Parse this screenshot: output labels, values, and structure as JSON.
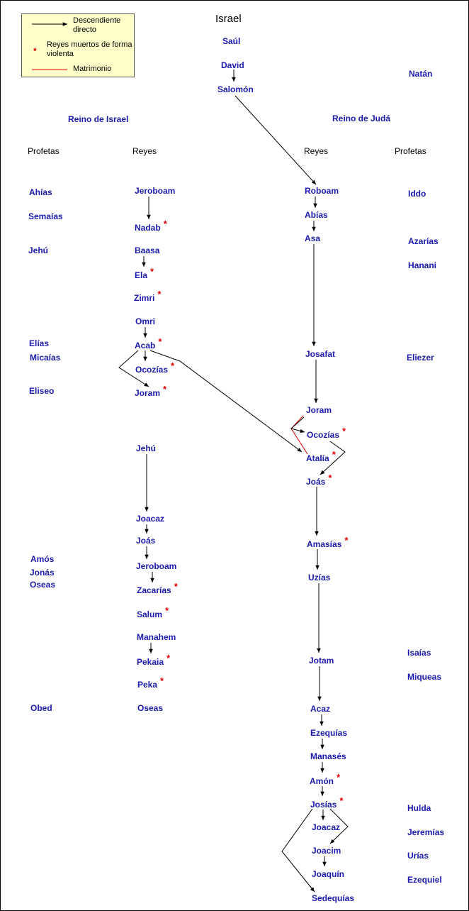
{
  "title": "Israel",
  "legend": {
    "descendant": "Descendiente directo",
    "violent": "Reyes muertos de forma violenta",
    "marriage": "Matrimonio",
    "star": "*"
  },
  "colors": {
    "name": "#1a1aae",
    "star": "#e00000",
    "marriage": "#e00000",
    "legend_bg": "#ffffcc"
  },
  "kingdoms": {
    "israel": "Reino de Israel",
    "juda": "Reino de Judá"
  },
  "headers": {
    "profetas_left": "Profetas",
    "reyes_left": "Reyes",
    "reyes_right": "Reyes",
    "profetas_right": "Profetas"
  },
  "nodes": [
    {
      "id": "saul",
      "name": "Saúl",
      "violent": false
    },
    {
      "id": "david",
      "name": "David",
      "violent": false
    },
    {
      "id": "salomon",
      "name": "Salomón",
      "violent": false
    },
    {
      "id": "natan",
      "name": "Natán",
      "violent": false
    },
    {
      "id": "jeroboam1",
      "name": "Jeroboam",
      "violent": false
    },
    {
      "id": "nadab",
      "name": "Nadab",
      "violent": true
    },
    {
      "id": "baasa",
      "name": "Baasa",
      "violent": false
    },
    {
      "id": "ela",
      "name": "Ela",
      "violent": true
    },
    {
      "id": "zimri",
      "name": "Zimri",
      "violent": true
    },
    {
      "id": "omri",
      "name": "Omri",
      "violent": false
    },
    {
      "id": "acab",
      "name": "Acab",
      "violent": true
    },
    {
      "id": "ocozias_i",
      "name": "Ocozías",
      "violent": true
    },
    {
      "id": "joram_i",
      "name": "Joram",
      "violent": true
    },
    {
      "id": "jehu_k",
      "name": "Jehú",
      "violent": false
    },
    {
      "id": "joacaz_i",
      "name": "Joacaz",
      "violent": false
    },
    {
      "id": "joas_i",
      "name": "Joás",
      "violent": false
    },
    {
      "id": "jeroboam2",
      "name": "Jeroboam",
      "violent": false
    },
    {
      "id": "zacarias",
      "name": "Zacarías",
      "violent": true
    },
    {
      "id": "salum",
      "name": "Salum",
      "violent": true
    },
    {
      "id": "manahem",
      "name": "Manahem",
      "violent": false
    },
    {
      "id": "pekaia",
      "name": "Pekaia",
      "violent": true
    },
    {
      "id": "peka",
      "name": "Peka",
      "violent": true
    },
    {
      "id": "oseas_k",
      "name": "Oseas",
      "violent": false
    },
    {
      "id": "roboam",
      "name": "Roboam",
      "violent": false
    },
    {
      "id": "abias",
      "name": "Abías",
      "violent": false
    },
    {
      "id": "asa",
      "name": "Asa",
      "violent": false
    },
    {
      "id": "josafat",
      "name": "Josafat",
      "violent": false
    },
    {
      "id": "joram_j",
      "name": "Joram",
      "violent": false
    },
    {
      "id": "ocozias_j",
      "name": "Ocozías",
      "violent": true
    },
    {
      "id": "atalia",
      "name": "Atalía",
      "violent": true
    },
    {
      "id": "joas_j",
      "name": "Joás",
      "violent": true
    },
    {
      "id": "amasias",
      "name": "Amasías",
      "violent": true
    },
    {
      "id": "uzias",
      "name": "Uzías",
      "violent": false
    },
    {
      "id": "jotam",
      "name": "Jotam",
      "violent": false
    },
    {
      "id": "acaz",
      "name": "Acaz",
      "violent": false
    },
    {
      "id": "ezequias",
      "name": "Ezequías",
      "violent": false
    },
    {
      "id": "manases",
      "name": "Manasés",
      "violent": false
    },
    {
      "id": "amon",
      "name": "Amón",
      "violent": true
    },
    {
      "id": "josias",
      "name": "Josías",
      "violent": true
    },
    {
      "id": "joacaz_j",
      "name": "Joacaz",
      "violent": false
    },
    {
      "id": "joacim",
      "name": "Joacim",
      "violent": false
    },
    {
      "id": "joaquin",
      "name": "Joaquín",
      "violent": false
    },
    {
      "id": "sedequias",
      "name": "Sedequías",
      "violent": false
    }
  ],
  "prophets_israel": [
    "Ahías",
    "Semaías",
    "Jehú",
    "Elías",
    "Micaías",
    "Eliseo",
    "Amós",
    "Jonás",
    "Oseas",
    "Obed"
  ],
  "prophets_juda": [
    "Iddo",
    "Azarías",
    "Hanani",
    "Eliezer",
    "Isaías",
    "Miqueas",
    "Hulda",
    "Jeremías",
    "Urías",
    "Ezequiel"
  ],
  "edges": [
    {
      "from": "david",
      "to": "salomon",
      "type": "descent"
    },
    {
      "from": "salomon",
      "to": "roboam",
      "type": "descent"
    },
    {
      "from": "jeroboam1",
      "to": "nadab",
      "type": "descent"
    },
    {
      "from": "baasa",
      "to": "ela",
      "type": "descent"
    },
    {
      "from": "omri",
      "to": "acab",
      "type": "descent"
    },
    {
      "from": "acab",
      "to": "ocozias_i",
      "type": "descent"
    },
    {
      "from": "acab",
      "to": "joram_i",
      "type": "descent"
    },
    {
      "from": "acab",
      "to": "atalia",
      "type": "descent"
    },
    {
      "from": "jehu_k",
      "to": "joacaz_i",
      "type": "descent"
    },
    {
      "from": "joacaz_i",
      "to": "joas_i",
      "type": "descent"
    },
    {
      "from": "joas_i",
      "to": "jeroboam2",
      "type": "descent"
    },
    {
      "from": "jeroboam2",
      "to": "zacarias",
      "type": "descent"
    },
    {
      "from": "manahem",
      "to": "pekaia",
      "type": "descent"
    },
    {
      "from": "roboam",
      "to": "abias",
      "type": "descent"
    },
    {
      "from": "abias",
      "to": "asa",
      "type": "descent"
    },
    {
      "from": "asa",
      "to": "josafat",
      "type": "descent"
    },
    {
      "from": "josafat",
      "to": "joram_j",
      "type": "descent"
    },
    {
      "from": "joram_j",
      "to": "atalia",
      "type": "marriage"
    },
    {
      "from": "joram_j",
      "to": "ocozias_j",
      "type": "descent"
    },
    {
      "from": "ocozias_j",
      "to": "joas_j",
      "type": "descent"
    },
    {
      "from": "joas_j",
      "to": "amasias",
      "type": "descent"
    },
    {
      "from": "amasias",
      "to": "uzias",
      "type": "descent"
    },
    {
      "from": "uzias",
      "to": "jotam",
      "type": "descent"
    },
    {
      "from": "jotam",
      "to": "acaz",
      "type": "descent"
    },
    {
      "from": "acaz",
      "to": "ezequias",
      "type": "descent"
    },
    {
      "from": "ezequias",
      "to": "manases",
      "type": "descent"
    },
    {
      "from": "manases",
      "to": "amon",
      "type": "descent"
    },
    {
      "from": "amon",
      "to": "josias",
      "type": "descent"
    },
    {
      "from": "josias",
      "to": "joacaz_j",
      "type": "descent"
    },
    {
      "from": "josias",
      "to": "joacim",
      "type": "descent"
    },
    {
      "from": "josias",
      "to": "sedequias",
      "type": "descent"
    },
    {
      "from": "joacim",
      "to": "joaquin",
      "type": "descent"
    }
  ]
}
